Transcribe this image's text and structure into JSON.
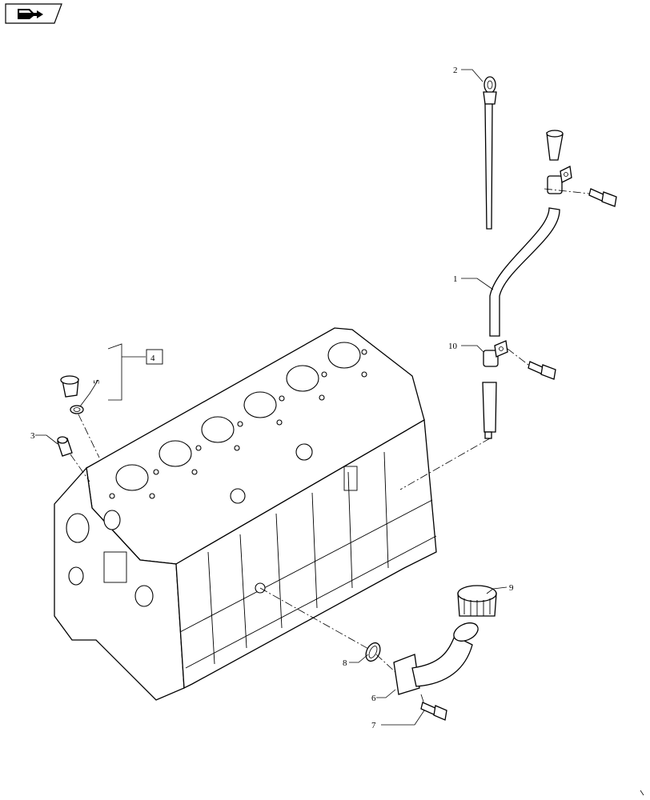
{
  "nav": {
    "icon": "book-arrow-icon"
  },
  "callouts": {
    "c1": "1",
    "c2": "2",
    "c3": "3",
    "c4": "4",
    "c5": "5",
    "c6": "6",
    "c7": "7",
    "c8": "8",
    "c9": "9",
    "c10": "10"
  },
  "colors": {
    "line": "#000000",
    "background": "#ffffff"
  }
}
